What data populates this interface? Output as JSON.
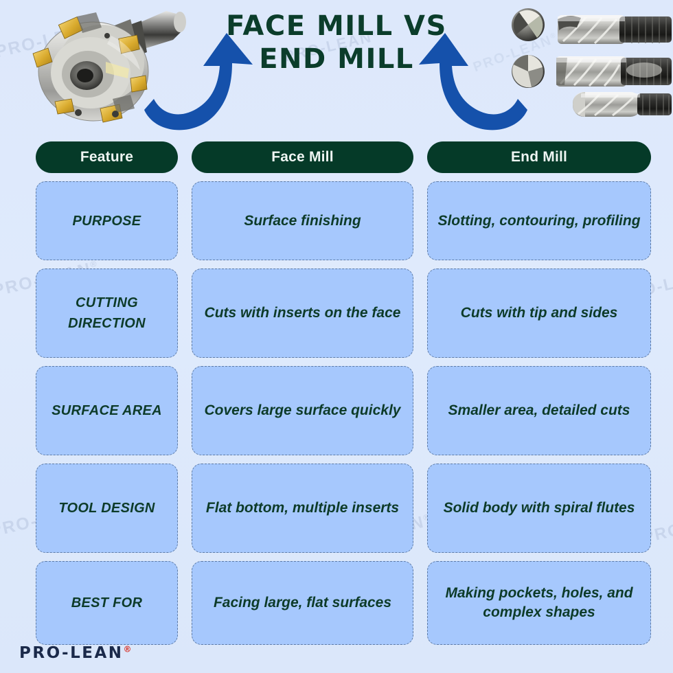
{
  "title": "FACE MILL VS END MILL",
  "brand": {
    "name": "PRO-LEAN",
    "registered": "®",
    "watermark_text": "PRO-LEAN"
  },
  "colors": {
    "background": "#dee9fb",
    "header_green": "#053a28",
    "cell_blue": "#a6c8fd",
    "cell_border": "#5d7ba6",
    "text_green": "#0d3b29",
    "arrow_blue": "#1551ab",
    "logo_navy": "#1b2a4a",
    "registered_red": "#d9382e"
  },
  "images": [
    {
      "name": "face-mill-photo",
      "caption": "Face mill cutter head with gold carbide inserts"
    },
    {
      "name": "end-mill-photo",
      "caption": "Three end mills with spiral flutes and two end-view cross sections"
    }
  ],
  "arrows": [
    {
      "name": "curved-arrow-left",
      "direction": "up-right"
    },
    {
      "name": "curved-arrow-right",
      "direction": "up-left"
    }
  ],
  "table": {
    "headers": [
      "Feature",
      "Face Mill",
      "End Mill"
    ],
    "rows": [
      {
        "feature": "PURPOSE",
        "face_mill": "Surface finishing",
        "end_mill": "Slotting, contouring, profiling"
      },
      {
        "feature": "CUTTING DIRECTION",
        "face_mill": "Cuts with inserts on the face",
        "end_mill": "Cuts with tip and sides"
      },
      {
        "feature": "SURFACE AREA",
        "face_mill": "Covers large surface quickly",
        "end_mill": "Smaller area, detailed cuts"
      },
      {
        "feature": "TOOL DESIGN",
        "face_mill": "Flat bottom, multiple inserts",
        "end_mill": "Solid body with spiral flutes"
      },
      {
        "feature": "BEST FOR",
        "face_mill": "Facing large, flat surfaces",
        "end_mill": "Making pockets, holes, and complex shapes"
      }
    ]
  }
}
